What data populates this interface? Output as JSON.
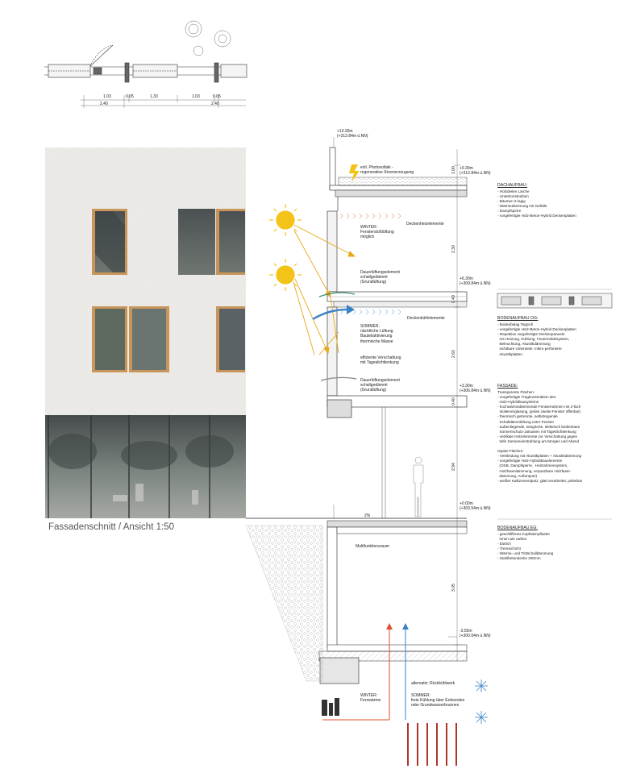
{
  "caption": "Fassadenschnitt / Ansicht 1:50",
  "plan_dims": {
    "row1": [
      "1.03",
      "0.05",
      "1.33",
      "1.03",
      "0.05"
    ],
    "row2": [
      "2.40",
      "2.40"
    ]
  },
  "levels": {
    "top": {
      "rel": "+10.30m",
      "abs": "(+313.84m ü.NN)"
    },
    "roof": {
      "rel": "+9.30m",
      "abs": "(+312.84m ü.NN)"
    },
    "og": {
      "rel": "+6.30m",
      "abs": "(+309.84m ü.NN)"
    },
    "eg": {
      "rel": "+3.30m",
      "abs": "(+306.84m ü.NN)"
    },
    "zero": {
      "rel": "+0.00m",
      "abs": "(+303.54m ü.NN)"
    },
    "ug": {
      "rel": "-3.50m",
      "abs": "(+300.04m ü.NN)"
    }
  },
  "section_dims": [
    "1.00",
    "2.30",
    "0.40",
    "2.60",
    "0.40",
    "2.94",
    "3.05"
  ],
  "slope": "2%",
  "labels": {
    "pv": [
      "evtl. Photovoltaik -",
      "regenerative Stromerzeugung"
    ],
    "winter": [
      "WINTER:",
      "Fensterstoßlüftung",
      "möglich"
    ],
    "deckenheiz": "Deckenheizelemente",
    "dauer1": [
      "Dauerlüftungselement",
      "schallgedämmt",
      "(Grundlüftung)"
    ],
    "sommer": [
      "SOMMER:",
      "nächtliche Lüftung",
      "Bauteilaktivierung",
      "thermische Masse"
    ],
    "deckenkuehl": "Deckenkühlelemente",
    "verschattung": [
      "effiziente Verschattung",
      "mit Tageslichtlenkung"
    ],
    "dauer2": [
      "Dauerlüftungselement",
      "schallgedämmt",
      "(Grundlüftung)"
    ],
    "multi": "Multifunktionsraum",
    "rueckkuehl": "alternativ: Rückkühlwerk",
    "winter2": [
      "WINTER:",
      "Fernwärme"
    ],
    "sommer2": [
      "SOMMER:",
      "freie Kühlung über Erdsonden",
      "oder Grundwasserbrunnen"
    ]
  },
  "spec": {
    "dach": {
      "title": "DACHAUFBAU:",
      "items": [
        "- Holzdielen Lärche",
        "- Unterkonstruktion",
        "- Bitumen 2-lagig",
        "- Wärmedämmung mit Gefälle",
        "- Dampfsperre",
        "- vorgefertigte Holz-Beton-Hybrid Deckenplatten"
      ]
    },
    "og": {
      "title": "BODENAUFBAU OG:",
      "items": [
        "- Bodenbelag Teppich",
        "- vorgefertigte Holz-Beton-Hybrid Deckenplatten",
        "- Repetitive vorgefertigte Deckenpaneele",
        "  mit Heizung, Kühlung, Feuermeldesystem,",
        "  Beleuchtung, Akustikdämmung",
        "  sichtbare Unterseite: mikro-perforierte",
        "  Akustikplatten"
      ]
    },
    "fassade": {
      "title": "FASSADE:",
      "items": [
        "Transparente Flächen:",
        "- vorgefertigte Tragkonstruktion des",
        "  Holz-Hybridbausystems",
        "- hochwärmedämmende Fensterrahmen mit 3-fach",
        "  Isolierverglasung, (jedes zweite Fenster öffenbar)",
        "- thermisch getrennte, selbstregende",
        "  Schalldämmlüftung unter Fenster",
        "- außenliegende, integrierte, elektrisch bedienbare",
        "  Sonnenschutz-Jalousien mit Tageslichtlenkung",
        "- vertikale Holzelemente zur Verschattung gegen",
        "  tiefe Sonneneinstrahlung am Morgen und Abend",
        "",
        "Opake Flächen:",
        "- Verkleidung mit Akustikplatten + Akustikdämmung",
        "- vorgefertigte Holz-Hybridbauelemente",
        "  (OSB, Dampfsperre,  Holzrahmensystem,",
        "  Holzfaserdämmung, verputzbare Holzfaser-",
        "  dämmung, Außenputz)",
        "- weißer Kalkzementputz, glatt verarbeitet, polierbar"
      ]
    },
    "eg": {
      "title": "BODENAUFBAU EG:",
      "items": [
        "- geschliffenes Kopfsteinpflaster",
        "  innen wie außen",
        "- Estrich",
        "- Trennschicht",
        "- Wärme- und Trittschalldämmung",
        "- Stahlbetondecke 200mm"
      ]
    }
  },
  "colors": {
    "sun": "#f3c318",
    "sun_ray": "#e8a817",
    "warm": "#e0502e",
    "cool": "#3a82c8",
    "wood": "#c8955a",
    "glass": "#4f5558",
    "concrete": "#e9e7e2"
  }
}
